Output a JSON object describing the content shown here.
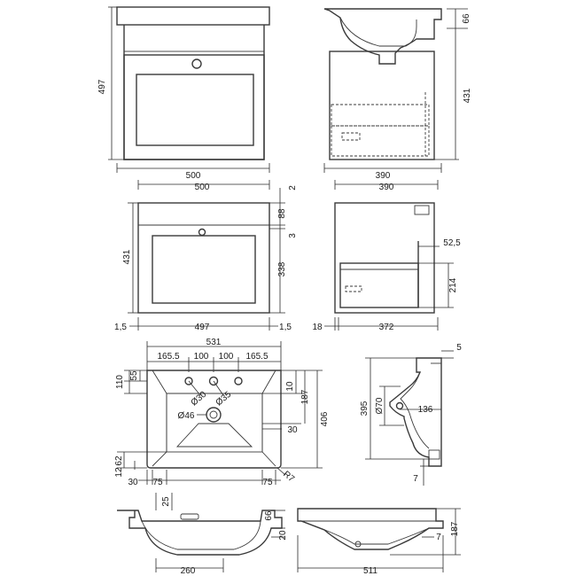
{
  "views": {
    "front_assembly": {
      "height": "497",
      "width": "500"
    },
    "side_assembly": {
      "top": "66",
      "height": "431",
      "depth": "390"
    },
    "front_cabinet": {
      "top_gap": "2",
      "rail": "88",
      "gap": "3",
      "door": "338",
      "height": "431",
      "width_top": "500",
      "width_bottom": "497",
      "side_left": "1,5",
      "side_right": "1,5"
    },
    "side_cabinet": {
      "depth": "390",
      "shelf_offset": "52,5",
      "drawer_height": "214",
      "back": "18",
      "base_depth": "372"
    },
    "basin_plan": {
      "width": "531",
      "tap_left": "165.5",
      "tap_mid1": "100",
      "tap_mid2": "100",
      "tap_right": "165.5",
      "v110": "110",
      "v55": "55",
      "hole1": "Ø30",
      "hole2": "Ø35",
      "waste": "Ø46",
      "r10": "10",
      "r187": "187",
      "depth": "406",
      "r30": "30",
      "b62": "62",
      "b12": "12",
      "b30": "30",
      "b75l": "75",
      "b75r": "75",
      "radius": "R7"
    },
    "basin_section": {
      "top": "5",
      "height": "395",
      "overflow": "Ø70",
      "reach": "136",
      "base": "7"
    },
    "basin_front": {
      "offset": "25",
      "width": "260",
      "top": "66",
      "rim": "20"
    },
    "basin_side": {
      "height": "187",
      "lip": "7",
      "length": "511"
    }
  }
}
